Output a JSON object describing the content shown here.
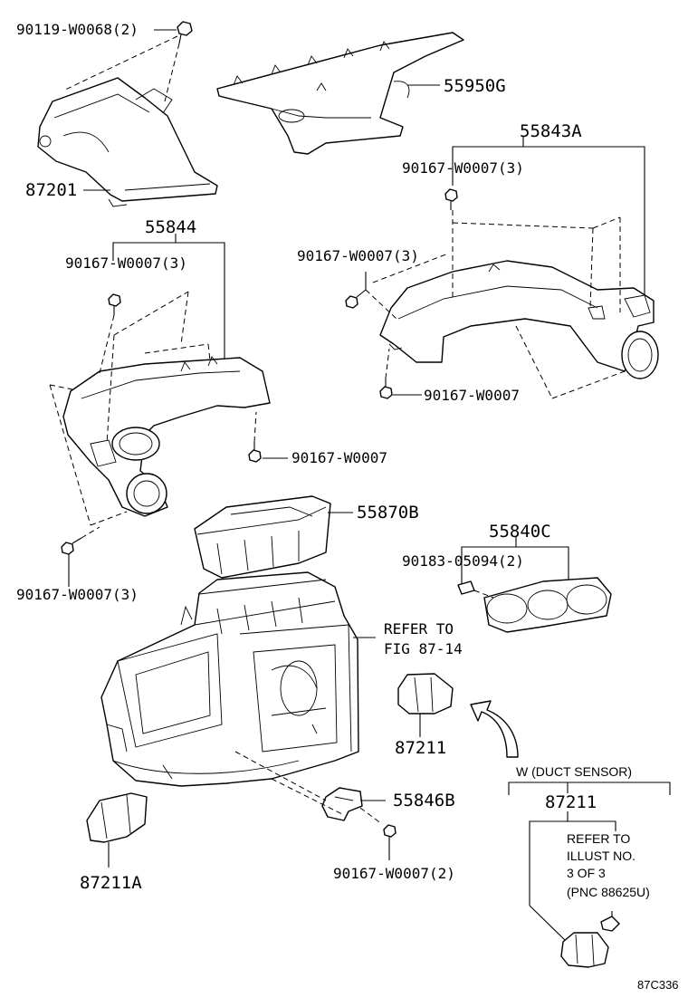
{
  "labels": {
    "bolt_top": "90119-W0068(2)",
    "duct_top": "55950G",
    "duct_right_group": "55843A",
    "bolt_right_a": "90167-W0007(3)",
    "bolt_right_b": "90167-W0007(3)",
    "bolt_right_c": "90167-W0007",
    "cover_left": "87201",
    "duct_left_group": "55844",
    "bolt_left_a": "90167-W0007(3)",
    "bolt_left_b": "90167-W0007",
    "bolt_left_c": "90167-W0007(3)",
    "filter_cover": "55870B",
    "outlet_group": "55840C",
    "clip": "90183-05094(2)",
    "refer_line1": "REFER TO",
    "refer_line2": "FIG 87-14",
    "sensor_center": "87211",
    "bracket": "55846B",
    "bolt_bottom": "90167-W0007(2)",
    "sensor_left": "87211A",
    "inset_title": "W (DUCT SENSOR)",
    "inset_part": "87211",
    "inset_ref_1": "REFER TO",
    "inset_ref_2": "ILLUST NO.",
    "inset_ref_3": "3 OF 3",
    "inset_ref_4": "(PNC 88625U)",
    "figure_code": "87C336"
  }
}
